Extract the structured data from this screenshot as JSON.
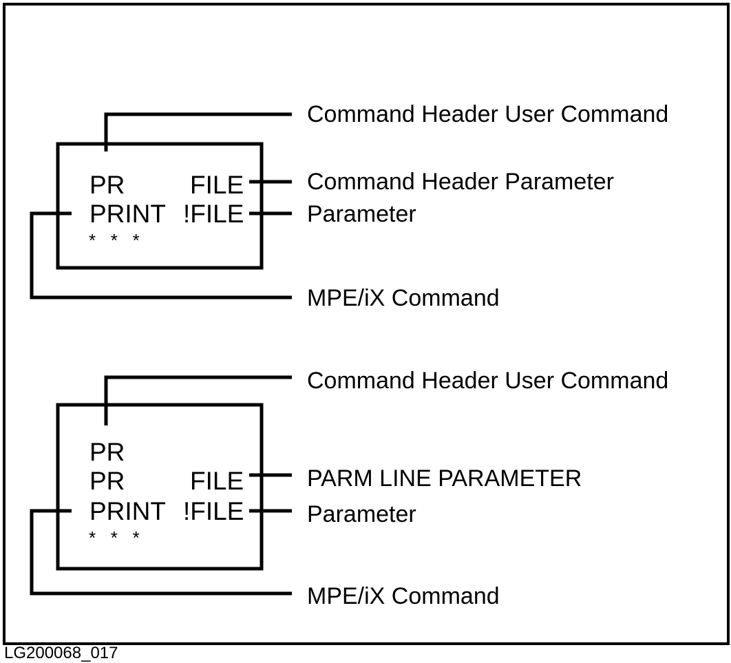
{
  "diagram": {
    "top": {
      "box_lines": [
        {
          "left": "PR",
          "right": "FILE"
        },
        {
          "left": "PRINT",
          "right": "!FILE"
        }
      ],
      "continuation": "*   *   *",
      "callouts": {
        "header_user_command": "Command Header User Command",
        "header_parameter": "Command Header Parameter",
        "parameter": "Parameter",
        "mpe_command": "MPE/iX Command"
      }
    },
    "bottom": {
      "box_lines": [
        {
          "left": "PR",
          "right": ""
        },
        {
          "left": "PR",
          "right": "FILE"
        },
        {
          "left": "PRINT",
          "right": "!FILE"
        }
      ],
      "continuation": "*   *   *",
      "callouts": {
        "header_user_command": "Command Header User Command",
        "parm_line_parameter": "PARM LINE PARAMETER",
        "parameter": "Parameter",
        "mpe_command": "MPE/iX Command"
      }
    },
    "figure_id": "LG200068_017"
  }
}
